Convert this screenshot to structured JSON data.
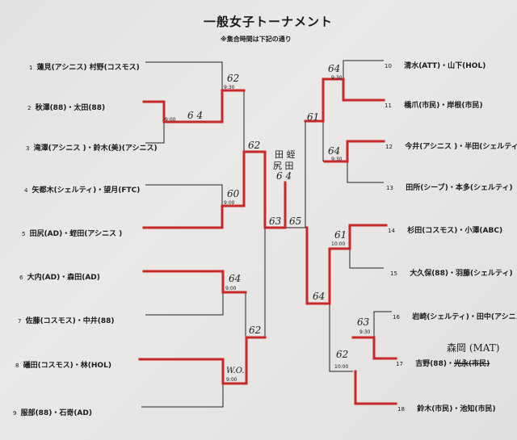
{
  "header": {
    "title": "一般女子トーナメント",
    "note": "※集合時間は下記の通り"
  },
  "left_entries": [
    {
      "num": "1",
      "name": "蓮見(アシニス) 村野(コスモス)"
    },
    {
      "num": "2",
      "name": "秋澤(88)・太田(88)"
    },
    {
      "num": "3",
      "name": "滝澤(アシニス )・鈴木(美)(アシニス)"
    },
    {
      "num": "4",
      "name": "矢都木(シェルティ)・望月(FTC)"
    },
    {
      "num": "5",
      "name": "田尻(AD)・蛭田(アシニス )"
    },
    {
      "num": "6",
      "name": "大内(AD)・森田(AD)"
    },
    {
      "num": "7",
      "name": "佐藤(コスモス)・中井(88)"
    },
    {
      "num": "8",
      "name": "礒田(コスモス)・林(HOL)"
    },
    {
      "num": "9",
      "name": "服部(88)・石嵜(AD)"
    }
  ],
  "right_entries": [
    {
      "num": "10",
      "name": "清水(ATT)・山下(HOL)"
    },
    {
      "num": "11",
      "name": "橋爪(市民)・岸根(市民)"
    },
    {
      "num": "12",
      "name": "今井(アシニス )・半田(シェルティ)"
    },
    {
      "num": "13",
      "name": "田所(シーブ)・本多(シェルティ)"
    },
    {
      "num": "14",
      "name": "杉田(コスモス)・小澤(ABC)"
    },
    {
      "num": "15",
      "name": "大久保(88)・羽藤(シェルティ)"
    },
    {
      "num": "16",
      "name": "岩崎(シェルティ)・田中(アシニス)"
    },
    {
      "num": "17",
      "name": "吉野(88)・",
      "struck": "光永(市民)",
      "replacement": "森岡 (MAT)"
    },
    {
      "num": "18",
      "name": "鈴木(市民)・池知(市民)"
    }
  ],
  "matches": {
    "m23": {
      "score": "6 4",
      "time": "9:00"
    },
    "m1": {
      "score": "62",
      "time": "9:30"
    },
    "m45": {
      "score": "60",
      "time": "9:00"
    },
    "l_sf": {
      "score": "62"
    },
    "m67": {
      "score": "64",
      "time": "9:00"
    },
    "m89": {
      "score": "W.O.",
      "time": "9:00"
    },
    "l_q2": {
      "score": "62"
    },
    "l_final": {
      "score": "63"
    },
    "final": {
      "score": "65"
    },
    "final_pair": [
      "田 蛭",
      "尻 田"
    ],
    "final_score": "6 4",
    "m1011": {
      "score": "64",
      "time": "9:30"
    },
    "m1213": {
      "score": "64",
      "time": "9:30"
    },
    "r_sf": {
      "score": "61"
    },
    "m1415": {
      "score": "61",
      "time": "10:00"
    },
    "m1617": {
      "score": "63",
      "time": "9:30"
    },
    "m18": {
      "score": "62",
      "time": "10:00"
    },
    "r_final": {
      "score": "64"
    }
  }
}
